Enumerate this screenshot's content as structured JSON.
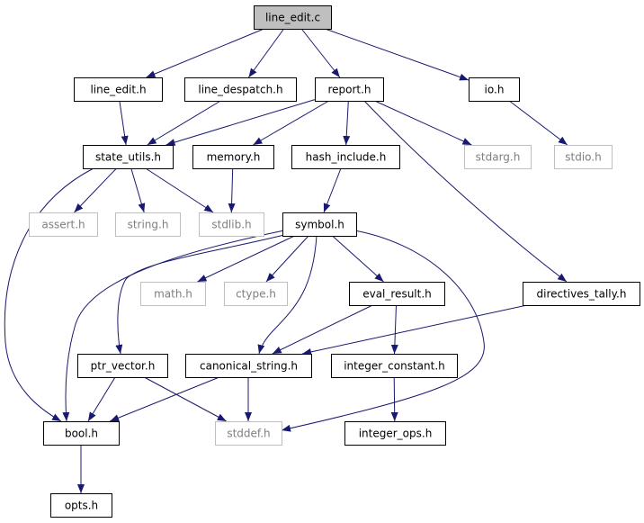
{
  "graph": {
    "colors": {
      "edge": "#191970",
      "root_fill": "#bfbfbf",
      "node_border": "#000000",
      "external_border": "#bfbfbf",
      "external_text": "#7f7f7f",
      "node_text": "#000000"
    },
    "nodes": [
      {
        "id": "line_edit_c",
        "label": "line_edit.c",
        "kind": "root"
      },
      {
        "id": "line_edit_h",
        "label": "line_edit.h",
        "kind": "local"
      },
      {
        "id": "line_despatch_h",
        "label": "line_despatch.h",
        "kind": "local"
      },
      {
        "id": "report_h",
        "label": "report.h",
        "kind": "local"
      },
      {
        "id": "io_h",
        "label": "io.h",
        "kind": "local"
      },
      {
        "id": "state_utils_h",
        "label": "state_utils.h",
        "kind": "local"
      },
      {
        "id": "memory_h",
        "label": "memory.h",
        "kind": "local"
      },
      {
        "id": "hash_include_h",
        "label": "hash_include.h",
        "kind": "local"
      },
      {
        "id": "stdarg_h",
        "label": "stdarg.h",
        "kind": "system"
      },
      {
        "id": "stdio_h",
        "label": "stdio.h",
        "kind": "system"
      },
      {
        "id": "assert_h",
        "label": "assert.h",
        "kind": "system"
      },
      {
        "id": "string_h",
        "label": "string.h",
        "kind": "system"
      },
      {
        "id": "stdlib_h",
        "label": "stdlib.h",
        "kind": "system"
      },
      {
        "id": "symbol_h",
        "label": "symbol.h",
        "kind": "local"
      },
      {
        "id": "math_h",
        "label": "math.h",
        "kind": "system"
      },
      {
        "id": "ctype_h",
        "label": "ctype.h",
        "kind": "system"
      },
      {
        "id": "eval_result_h",
        "label": "eval_result.h",
        "kind": "local"
      },
      {
        "id": "directives_tally_h",
        "label": "directives_tally.h",
        "kind": "local"
      },
      {
        "id": "ptr_vector_h",
        "label": "ptr_vector.h",
        "kind": "local"
      },
      {
        "id": "canonical_string_h",
        "label": "canonical_string.h",
        "kind": "local"
      },
      {
        "id": "integer_constant_h",
        "label": "integer_constant.h",
        "kind": "local"
      },
      {
        "id": "bool_h",
        "label": "bool.h",
        "kind": "local"
      },
      {
        "id": "stddef_h",
        "label": "stddef.h",
        "kind": "system"
      },
      {
        "id": "integer_ops_h",
        "label": "integer_ops.h",
        "kind": "local"
      },
      {
        "id": "opts_h",
        "label": "opts.h",
        "kind": "local"
      }
    ],
    "edges": [
      {
        "from": "line_edit_c",
        "to": "line_edit_h"
      },
      {
        "from": "line_edit_c",
        "to": "line_despatch_h"
      },
      {
        "from": "line_edit_c",
        "to": "report_h"
      },
      {
        "from": "line_edit_c",
        "to": "io_h"
      },
      {
        "from": "line_edit_h",
        "to": "state_utils_h"
      },
      {
        "from": "line_despatch_h",
        "to": "state_utils_h"
      },
      {
        "from": "report_h",
        "to": "state_utils_h"
      },
      {
        "from": "report_h",
        "to": "memory_h"
      },
      {
        "from": "report_h",
        "to": "hash_include_h"
      },
      {
        "from": "report_h",
        "to": "stdarg_h"
      },
      {
        "from": "report_h",
        "to": "directives_tally_h"
      },
      {
        "from": "io_h",
        "to": "stdio_h"
      },
      {
        "from": "state_utils_h",
        "to": "assert_h"
      },
      {
        "from": "state_utils_h",
        "to": "string_h"
      },
      {
        "from": "state_utils_h",
        "to": "stdlib_h"
      },
      {
        "from": "state_utils_h",
        "to": "bool_h"
      },
      {
        "from": "memory_h",
        "to": "stdlib_h"
      },
      {
        "from": "hash_include_h",
        "to": "symbol_h"
      },
      {
        "from": "symbol_h",
        "to": "math_h"
      },
      {
        "from": "symbol_h",
        "to": "ctype_h"
      },
      {
        "from": "symbol_h",
        "to": "eval_result_h"
      },
      {
        "from": "symbol_h",
        "to": "ptr_vector_h"
      },
      {
        "from": "symbol_h",
        "to": "canonical_string_h"
      },
      {
        "from": "symbol_h",
        "to": "bool_h"
      },
      {
        "from": "symbol_h",
        "to": "stddef_h"
      },
      {
        "from": "eval_result_h",
        "to": "canonical_string_h"
      },
      {
        "from": "eval_result_h",
        "to": "integer_constant_h"
      },
      {
        "from": "directives_tally_h",
        "to": "canonical_string_h"
      },
      {
        "from": "ptr_vector_h",
        "to": "bool_h"
      },
      {
        "from": "ptr_vector_h",
        "to": "stddef_h"
      },
      {
        "from": "canonical_string_h",
        "to": "bool_h"
      },
      {
        "from": "canonical_string_h",
        "to": "stddef_h"
      },
      {
        "from": "integer_constant_h",
        "to": "integer_ops_h"
      },
      {
        "from": "bool_h",
        "to": "opts_h"
      }
    ]
  }
}
